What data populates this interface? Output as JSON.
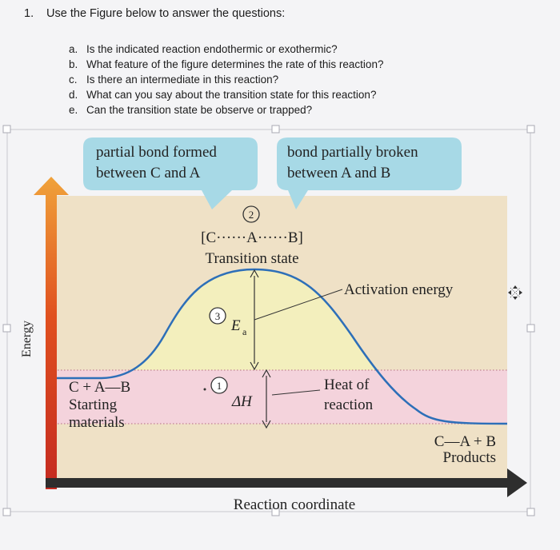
{
  "question": {
    "number": "1.",
    "text": "Use the Figure below to answer the questions:",
    "items": [
      {
        "letter": "a.",
        "text": "Is the indicated reaction endothermic or exothermic?"
      },
      {
        "letter": "b.",
        "text": "What feature of the figure determines the rate of this reaction?"
      },
      {
        "letter": "c.",
        "text": "Is there an intermediate in this reaction?"
      },
      {
        "letter": "d.",
        "text": "What can you say about the transition state for this reaction?"
      },
      {
        "letter": "e.",
        "text": "Can the transition state be observe or trapped?"
      }
    ]
  },
  "figure": {
    "callout_left_line1": "partial bond formed",
    "callout_left_line2": "between C and A",
    "callout_right_line1": "bond partially broken",
    "callout_right_line2": "between A and B",
    "marker_2": "2",
    "marker_3": "3",
    "marker_1": "1",
    "transition_formula": "[C······A······B]",
    "transition_label": "Transition state",
    "activation_label": "Activation energy",
    "ea_label": "E",
    "ea_sub": "a",
    "dh_label": "ΔH",
    "heat_line1": "Heat of",
    "heat_line2": "reaction",
    "start_formula": "C + A—B",
    "start_line1": "Starting",
    "start_line2": "materials",
    "prod_formula": "C—A + B",
    "prod_label": "Products",
    "y_axis_label": "Energy",
    "x_axis_label": "Reaction coordinate",
    "colors": {
      "panel": "#efe1c6",
      "below_curve": "#f3efbd",
      "band_pink": "#f4d3dc",
      "callout": "#a7d9e6",
      "curve": "#2d6fb8",
      "y_arrow_red": "#c42a20",
      "y_arrow_orange": "#f0962a",
      "x_arrow": "#2e2e2e"
    }
  }
}
